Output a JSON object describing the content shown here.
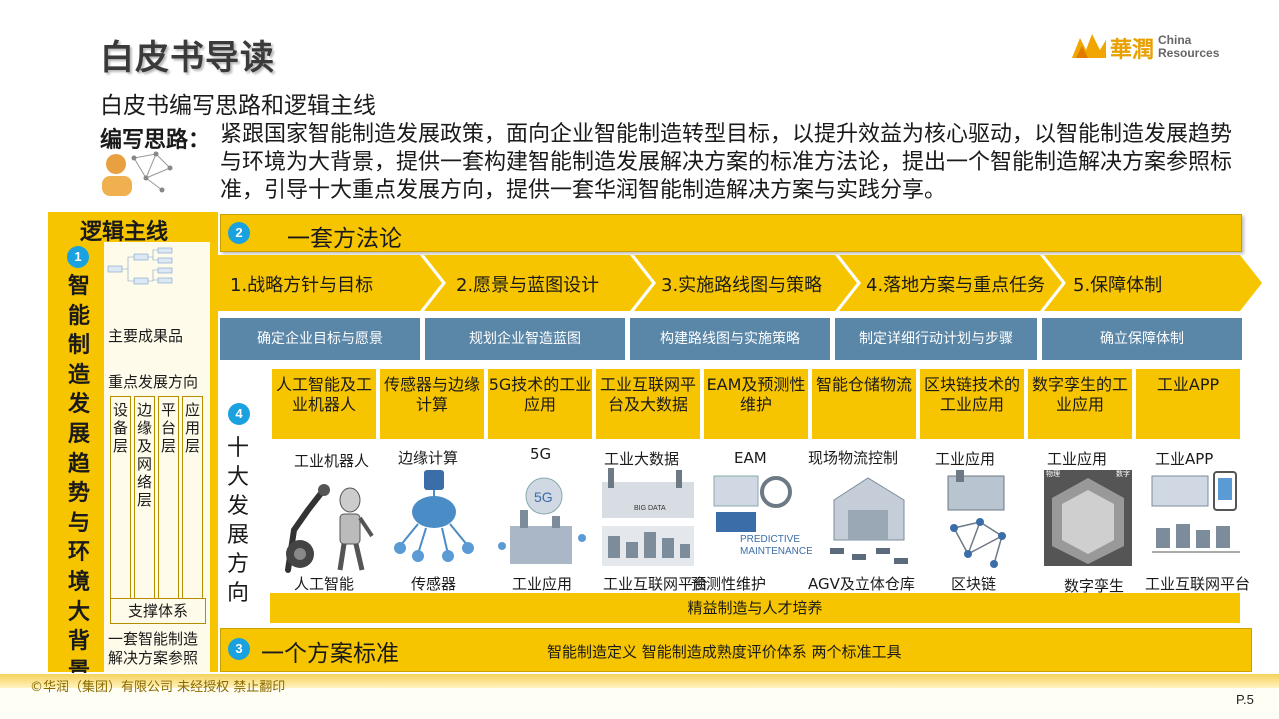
{
  "title": "白皮书导读",
  "logo": {
    "cn": "華潤",
    "en_line1": "China",
    "en_line2": "Resources"
  },
  "subtitle": "白皮书编写思路和逻辑主线",
  "approach": {
    "label": "编写思路：",
    "text": "紧跟国家智能制造发展政策，面向企业智能制造转型目标，以提升效益为核心驱动，以智能制造发展趋势与环境为大背景，提供一套构建智能制造发展解决方案的标准方法论，提出一个智能制造解决方案参照标准，引导十大重点发展方向，提供一套华润智能制造解决方案与实践分享。"
  },
  "left": {
    "title": "逻辑主线",
    "num": "1",
    "vertical_title": "智能制造发展趋势与环境大背景",
    "main_results": "主要成果品",
    "key_direction": "重点发展方向",
    "layers": [
      "设备层",
      "边缘及网络层",
      "平台层",
      "应用层"
    ],
    "support": "支撑体系",
    "reference": "一套智能制造解决方案参照"
  },
  "method": {
    "num": "2",
    "label": "一套方法论",
    "steps": [
      "1.战略方针与目标",
      "2.愿景与蓝图设计",
      "3.实施路线图与策略",
      "4.落地方案与重点任务",
      "5.保障体制"
    ],
    "actions": [
      "确定企业目标与愿景",
      "规划企业智造蓝图",
      "构建路线图与实施策略",
      "制定详细行动计划与步骤",
      "确立保障体制"
    ]
  },
  "directions": {
    "num": "4",
    "vertical_label": "十大发展方向",
    "topics": [
      "人工智能及工业机器人",
      "传感器与边缘计算",
      "5G技术的工业应用",
      "工业互联网平台及大数据",
      "EAM及预测性维护",
      "智能仓储物流",
      "区块链技术的工业应用",
      "数字孪生的工业应用",
      "工业APP"
    ],
    "image_top_labels": [
      "工业机器人",
      "边缘计算",
      "5G",
      "工业大数据",
      "EAM",
      "现场物流控制",
      "工业应用",
      "工业应用",
      "工业APP"
    ],
    "image_bottom_labels": [
      "人工智能",
      "传感器",
      "工业应用",
      "工业互联网平台",
      "预测性维护",
      "AGV及立体仓库",
      "区块链",
      "数字孪生",
      "工业互联网平台"
    ],
    "image_inner_text": {
      "predictive": "PREDICTIVE",
      "maintenance": "MAINTENANCE",
      "bigdata": "BIG DATA",
      "twin_left": "物理",
      "twin_right": "数字"
    },
    "lean": "精益制造与人才培养"
  },
  "scheme": {
    "num": "3",
    "label": "一个方案标准",
    "desc": "智能制造定义 智能制造成熟度评价体系 两个标准工具"
  },
  "footer": {
    "copyright": "©华润（集团）有限公司 未经授权 禁止翻印",
    "page": "P.5"
  },
  "colors": {
    "accent": "#f7c500",
    "blue_box": "#5a86a8",
    "circle": "#1aa1e0"
  }
}
